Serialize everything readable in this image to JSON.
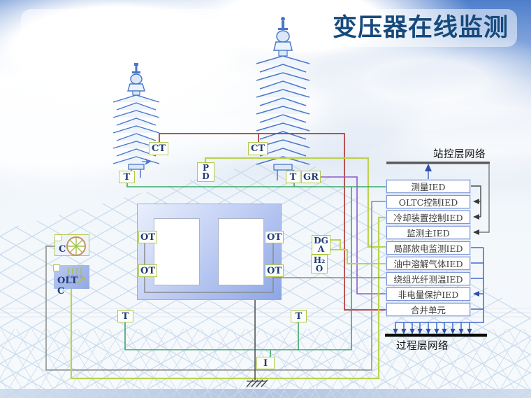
{
  "slide": {
    "title": "变压器在线监测"
  },
  "buses": {
    "station": "站控层网络",
    "process": "过程层网络"
  },
  "ied": {
    "boxes": [
      "测量IED",
      "OLTC控制IED",
      "冷却装置控制IED",
      "监测主IED",
      "局部放电监测IED",
      "油中溶解气体IED",
      "绕组光纤测温IED",
      "非电量保护IED",
      "合并单元"
    ]
  },
  "labels": {
    "ct": "CT",
    "t": "T",
    "gr": "GR",
    "ot": "OT",
    "pd_top": "P",
    "pd_bottom": "D",
    "dga_top": "DG",
    "dga_bottom": "A",
    "h2o_top": "H₂",
    "h2o_bottom": "O",
    "oltc_line1": "OLT",
    "oltc_line2": "C",
    "cooler": "C",
    "current": "I"
  },
  "colors": {
    "title": "#174a7c",
    "ct_wire": "#b03a3a",
    "temperature_wire": "#3aa869",
    "pd_oltc_wire": "#bdd24e",
    "gray_wire": "#8a8a8a",
    "gr_wire": "#8f5cc0",
    "bus_blue": "#4468c8",
    "label_border": "#b3ca4d",
    "ied_border": "#7e98da"
  }
}
